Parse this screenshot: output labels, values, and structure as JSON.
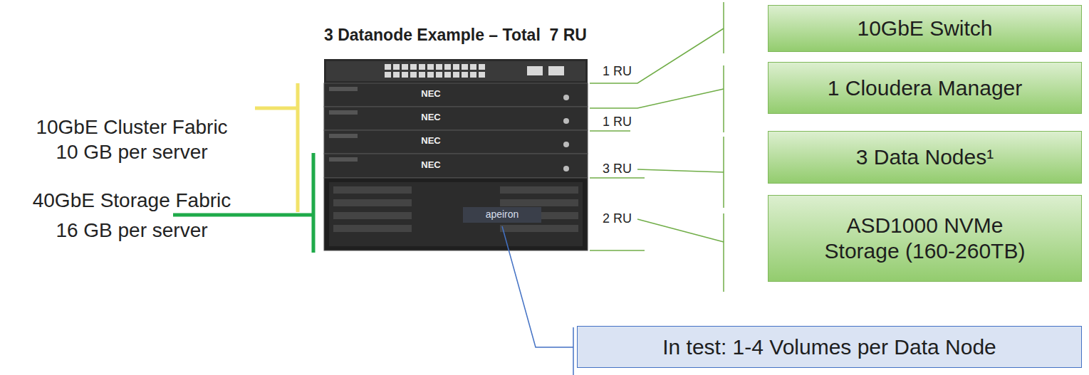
{
  "diagram": {
    "title": "3 Datanode Example – Total  7 RU",
    "nodes": [
      {
        "text": [
          "10GbE Switch"
        ]
      },
      {
        "text": [
          "1 Cloudera Manager"
        ]
      },
      {
        "text": [
          "3 Data Nodes¹"
        ]
      },
      {
        "text": [
          "ASD1000 NVMe Storage (160-260TB)"
        ]
      },
      {
        "text": [
          "In test: 1-4 Volumes per Data Node"
        ]
      }
    ],
    "labels": [
      "10GbE Cluster Fabric",
      "10 GB per server",
      "40GbE Storage Fabric",
      "16 GB per server",
      "1 RU",
      "1 RU",
      "3 RU",
      "2 RU",
      "NEC",
      "NEC",
      "NEC",
      "NEC",
      "apeiron"
    ]
  }
}
